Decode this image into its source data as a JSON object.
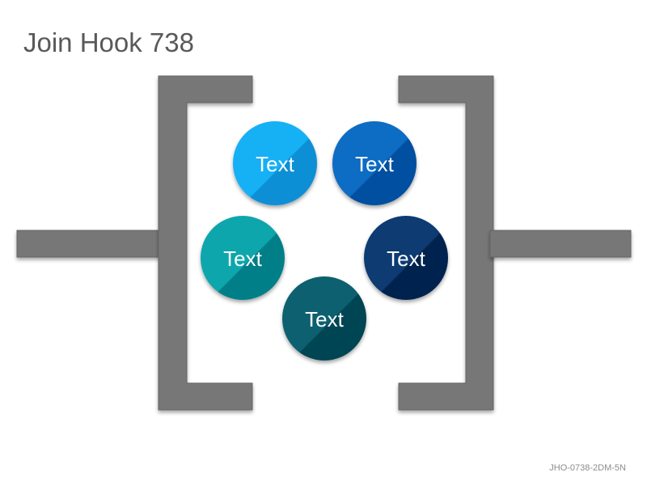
{
  "title": "Join Hook 738",
  "footer_code": "JHO-0738-2DM-5N",
  "colors": {
    "bracket": "#777777",
    "bracket_edge": "#666666",
    "label": "#ffffff"
  },
  "nodes": [
    {
      "label": "Text",
      "color_light": "#19b0f5",
      "color_dark": "#0a8fd6"
    },
    {
      "label": "Text",
      "color_light": "#0a6cc4",
      "color_dark": "#0550a0"
    },
    {
      "label": "Text",
      "color_light": "#0aa6ac",
      "color_dark": "#067f88"
    },
    {
      "label": "Text",
      "color_light": "#0c3a72",
      "color_dark": "#05234f"
    },
    {
      "label": "Text",
      "color_light": "#0a6070",
      "color_dark": "#044452"
    }
  ]
}
